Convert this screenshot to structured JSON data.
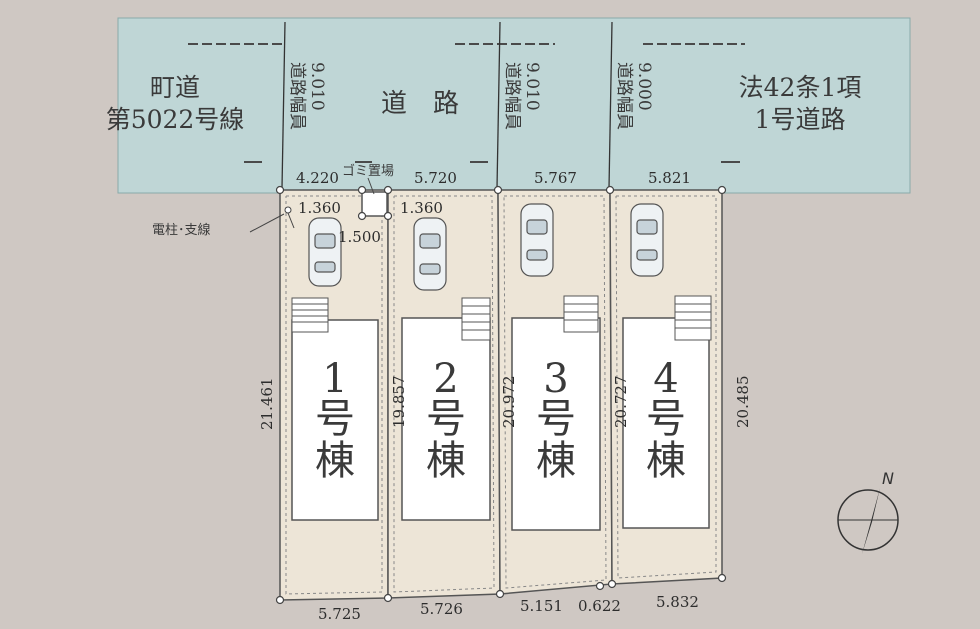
{
  "roads": {
    "town_road": [
      "町道",
      "第5022号線"
    ],
    "center_road": "道　路",
    "article_road": [
      "法42条1項",
      "1号道路"
    ],
    "widths": [
      {
        "label": "道路幅員",
        "value": "9.010"
      },
      {
        "label": "道路幅員",
        "value": "9.010"
      },
      {
        "label": "道路幅員",
        "value": "9.000"
      }
    ]
  },
  "garbage_area": "ゴミ置場",
  "utility_pole": "電柱･支線",
  "frontage_dims": [
    "4.220",
    "5.720",
    "5.767",
    "5.821"
  ],
  "inner_dims": [
    "1.360",
    "1.360",
    "1.500"
  ],
  "rear_dims": [
    "5.725",
    "5.726",
    "5.151",
    "0.622",
    "5.832"
  ],
  "depth_dims": [
    "21.461",
    "19.857",
    "20.972",
    "20.727",
    "20.485"
  ],
  "buildings": [
    {
      "num": "1",
      "chars": [
        "号",
        "棟"
      ]
    },
    {
      "num": "2",
      "chars": [
        "号",
        "棟"
      ]
    },
    {
      "num": "3",
      "chars": [
        "号",
        "棟"
      ]
    },
    {
      "num": "4",
      "chars": [
        "号",
        "棟"
      ]
    }
  ],
  "compass": "N",
  "colors": {
    "road": "#bfd6d6",
    "lot": "#ede5d7",
    "building": "#ffffff",
    "line": "#555555"
  }
}
